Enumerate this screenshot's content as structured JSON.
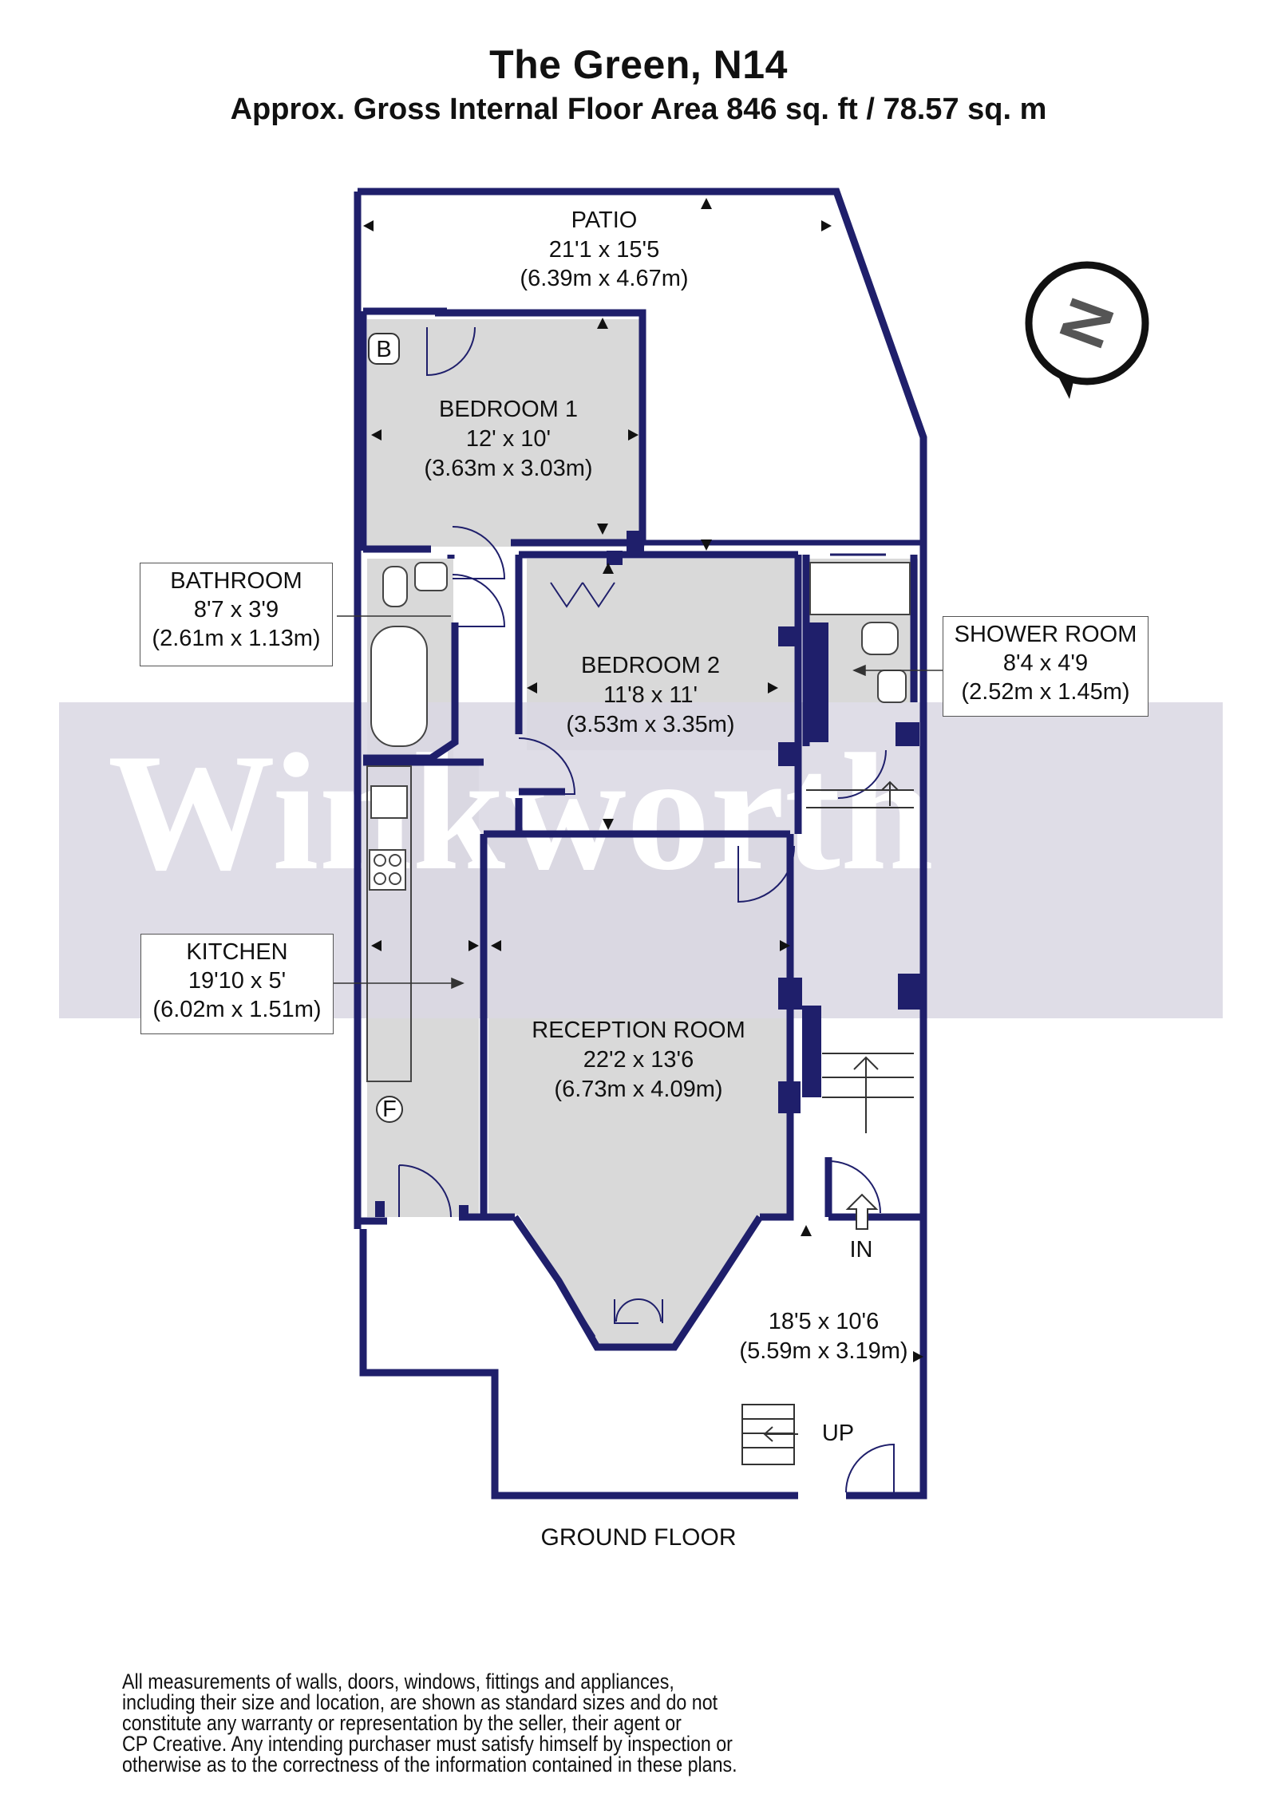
{
  "header": {
    "title": "The Green, N14",
    "subtitle": "Approx. Gross Internal Floor Area 846 sq. ft / 78.57 sq. m"
  },
  "watermark": {
    "text": "Winkworth",
    "band_color": "#d9d7e3"
  },
  "colors": {
    "wall": "#1f1f6b",
    "room_fill": "#d9d9d9",
    "text": "#111111"
  },
  "rooms": {
    "patio": {
      "name": "PATIO",
      "imperial": "21'1 x 15'5",
      "metric": "(6.39m x 4.67m)"
    },
    "bedroom1": {
      "name": "BEDROOM 1",
      "imperial": "12' x 10'",
      "metric": "(3.63m x 3.03m)"
    },
    "bedroom2": {
      "name": "BEDROOM 2",
      "imperial": "11'8 x 11'",
      "metric": "(3.53m x 3.35m)"
    },
    "bathroom": {
      "name": "BATHROOM",
      "imperial": "8'7 x 3'9",
      "metric": "(2.61m x 1.13m)"
    },
    "shower": {
      "name": "SHOWER ROOM",
      "imperial": "8'4 x 4'9",
      "metric": "(2.52m x 1.45m)"
    },
    "kitchen": {
      "name": "KITCHEN",
      "imperial": "19'10 x 5'",
      "metric": "(6.02m x 1.51m)"
    },
    "reception": {
      "name": "RECEPTION ROOM",
      "imperial": "22'2 x 13'6",
      "metric": "(6.73m x 4.09m)"
    },
    "front": {
      "imperial": "18'5 x 10'6",
      "metric": "(5.59m x 3.19m)"
    }
  },
  "symbols": {
    "boiler": "B",
    "fridge": "F",
    "entrance": "IN",
    "stairs": "UP"
  },
  "compass": {
    "letter": "N"
  },
  "floor_label": "GROUND FLOOR",
  "disclaimer": [
    "All measurements of walls, doors, windows, fittings and appliances,",
    "including their size and location, are shown as standard sizes and do not",
    "constitute any warranty or representation by the seller, their agent or",
    "CP Creative. Any intending purchaser must satisfy himself by inspection or",
    "otherwise as to the correctness of the information contained in these plans."
  ]
}
